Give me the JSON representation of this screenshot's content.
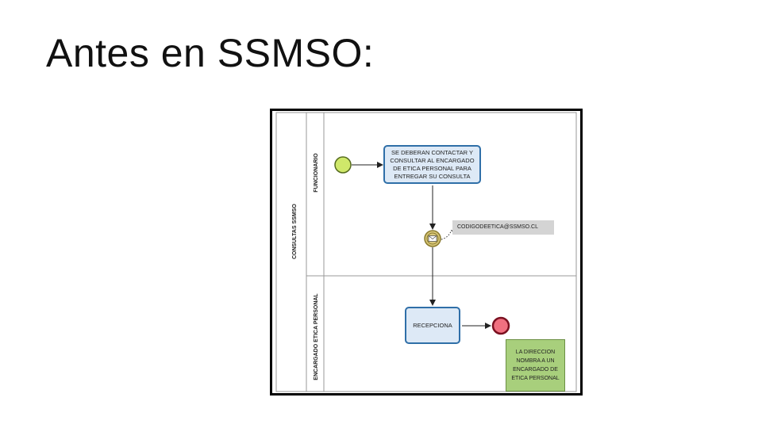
{
  "slide": {
    "title": "Antes en SSMSO:"
  },
  "diagram": {
    "pool_label": "CONSULTAS SSMSO",
    "lanes": [
      {
        "label": "FUNCIONARIO"
      },
      {
        "label": "ENCARGADO ETICA PERSONAL"
      }
    ],
    "task_contact": "SE DEBERAN CONTACTAR Y CONSULTAR AL ENCARGADO DE ETICA PERSONAL PARA ENTREGAR SU CONSULTA",
    "email_annotation": "CODIGODEETICA@SSMSO.CL",
    "task_receive": "RECEPCIONA",
    "end_note": "LA DIRECCION NOMBRA A UN ENCARGADO DE ETICA PERSONAL",
    "colors": {
      "start_event": "#cfe86a",
      "end_event": "#f07080",
      "task_fill": "#dde9f6",
      "task_border": "#2f6fa8",
      "note_fill": "#a8cf7c",
      "message_event": "#d8c77a"
    }
  }
}
